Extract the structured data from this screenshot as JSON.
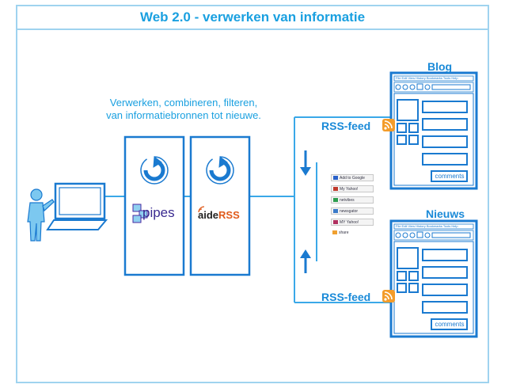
{
  "title": "Web 2.0 - verwerken van informatie",
  "caption": {
    "line1": "Verwerken, combineren, filteren,",
    "line2": "van informatiebronnen tot nieuwe."
  },
  "tools": {
    "pipes": "pipes",
    "aide_prefix": "aide",
    "aide_suffix": "RSS"
  },
  "sources": {
    "blog": "Blog",
    "news": "Nieuws",
    "feed_top": "RSS-feed",
    "feed_bottom": "RSS-feed"
  },
  "browser": {
    "menu": "File Edit View History Bookmarks Tools Help",
    "comments": "comments"
  },
  "badges": [
    {
      "text": "Add to Google",
      "color": "#2a62c9"
    },
    {
      "text": "My Yahoo!",
      "color": "#c0392b"
    },
    {
      "text": "netvibes",
      "color": "#2e9e4f"
    },
    {
      "text": "newsgator",
      "color": "#3a7ac8"
    },
    {
      "text": "MY Yahoo!",
      "color": "#b03060"
    },
    {
      "text": "share",
      "color": "#f0a030"
    }
  ],
  "colors": {
    "accent": "#1aa0e0",
    "line": "#3aa8e8",
    "rss": "#f39c2a"
  }
}
